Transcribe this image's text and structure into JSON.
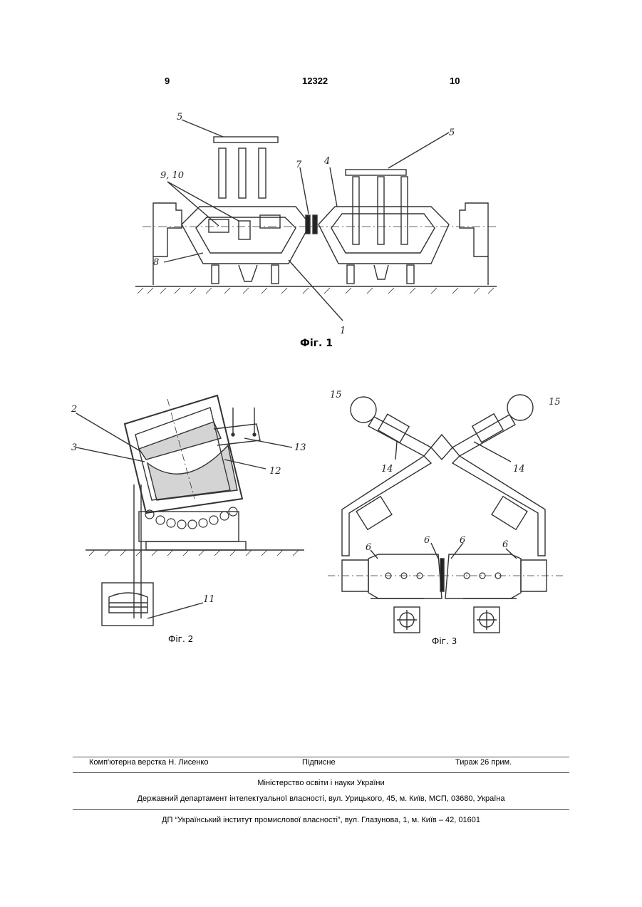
{
  "header": {
    "page_left": "9",
    "patent_number": "12322",
    "page_right": "10"
  },
  "figures": {
    "fig1": {
      "caption": "Фіг. 1",
      "labels": [
        "5",
        "9, 10",
        "7",
        "4",
        "5",
        "8",
        "1"
      ]
    },
    "fig2": {
      "caption": "Фіг. 2",
      "labels": [
        "2",
        "3",
        "13",
        "12",
        "11"
      ]
    },
    "fig3": {
      "caption": "Фіг. 3",
      "labels": [
        "15",
        "15",
        "14",
        "14",
        "6",
        "6",
        "6",
        "6"
      ]
    }
  },
  "footer": {
    "typesetting": "Комп'ютерна верстка Н. Лисенко",
    "signed": "Підписне",
    "circulation": "Тираж 26 прим.",
    "ministry": "Міністерство освіти і науки України",
    "department": "Державний департамент інтелектуальної власності, вул. Урицького, 45, м. Київ, МСП, 03680, Україна",
    "institute": "ДП “Український інститут промислової власності”, вул. Глазунова, 1, м. Київ – 42, 01601"
  }
}
